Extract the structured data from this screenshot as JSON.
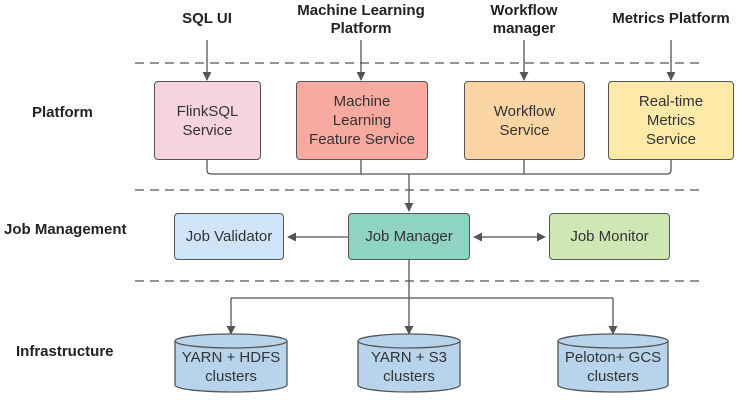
{
  "top_labels": {
    "sql_ui": "SQL UI",
    "ml_platform": "Machine Learning\nPlatform",
    "workflow_manager": "Workflow\nmanager",
    "metrics_platform": "Metrics Platform"
  },
  "layers": {
    "platform": "Platform",
    "job_management": "Job Management",
    "infrastructure": "Infrastructure"
  },
  "platform_services": {
    "flinksql": "FlinkSQL\nService",
    "ml_feature": "Machine\nLearning\nFeature Service",
    "workflow": "Workflow\nService",
    "metrics": "Real-time\nMetrics\nService"
  },
  "job_management_nodes": {
    "validator": "Job Validator",
    "manager": "Job Manager",
    "monitor": "Job Monitor"
  },
  "clusters": {
    "yarn_hdfs": "YARN + HDFS\nclusters",
    "yarn_s3": "YARN + S3\nclusters",
    "peloton_gcs": "Peloton+ GCS\nclusters"
  },
  "colors": {
    "flinksql": "#f6d3df",
    "ml_feature": "#f9aaa0",
    "workflow": "#fcd5a4",
    "metrics": "#fdeaa8",
    "validator": "#cfe3f9",
    "manager": "#8fd3c2",
    "monitor": "#cde8b5",
    "cluster": "#b7d4ec"
  }
}
